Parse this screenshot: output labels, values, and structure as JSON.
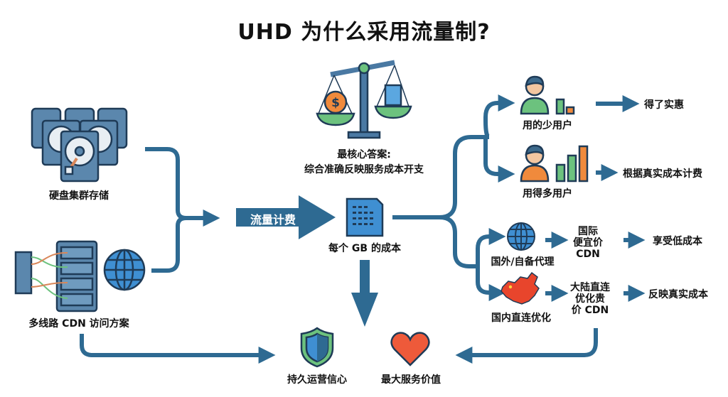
{
  "title": "UHD 为什么采用流量制?",
  "left": {
    "storage_label": "硬盘集群存储",
    "cdn_label": "多线路 CDN 访问方案"
  },
  "center": {
    "core_answer_line1": "最核心答案:",
    "core_answer_line2": "综合准确反映服务成本开支",
    "flow_billing": "流量计费",
    "cost_per_gb": "每个 GB 的成本"
  },
  "right": {
    "light_user": "用的少用户",
    "light_user_result": "得了实惠",
    "heavy_user": "用得多用户",
    "heavy_user_result": "根据真实成本计费",
    "overseas": "国外/自备代理",
    "overseas_cdn": [
      "国际",
      "便宜价",
      "CDN"
    ],
    "overseas_result": "享受低成本",
    "domestic": "国内直连优化",
    "domestic_cdn": [
      "大陆直连",
      "优化贵",
      "价 CDN"
    ],
    "domestic_result": "反映真实成本"
  },
  "bottom": {
    "confidence": "持久运营信心",
    "value": "最大服务价值"
  },
  "colors": {
    "arrow_blue": "#2e6a92",
    "server_blue": "#5b87ad",
    "green": "#6cc27e",
    "orange": "#f08a3c",
    "red_heart": "#ee5a3a",
    "globe_blue": "#3f8fd2",
    "outline": "#1f3b57"
  }
}
